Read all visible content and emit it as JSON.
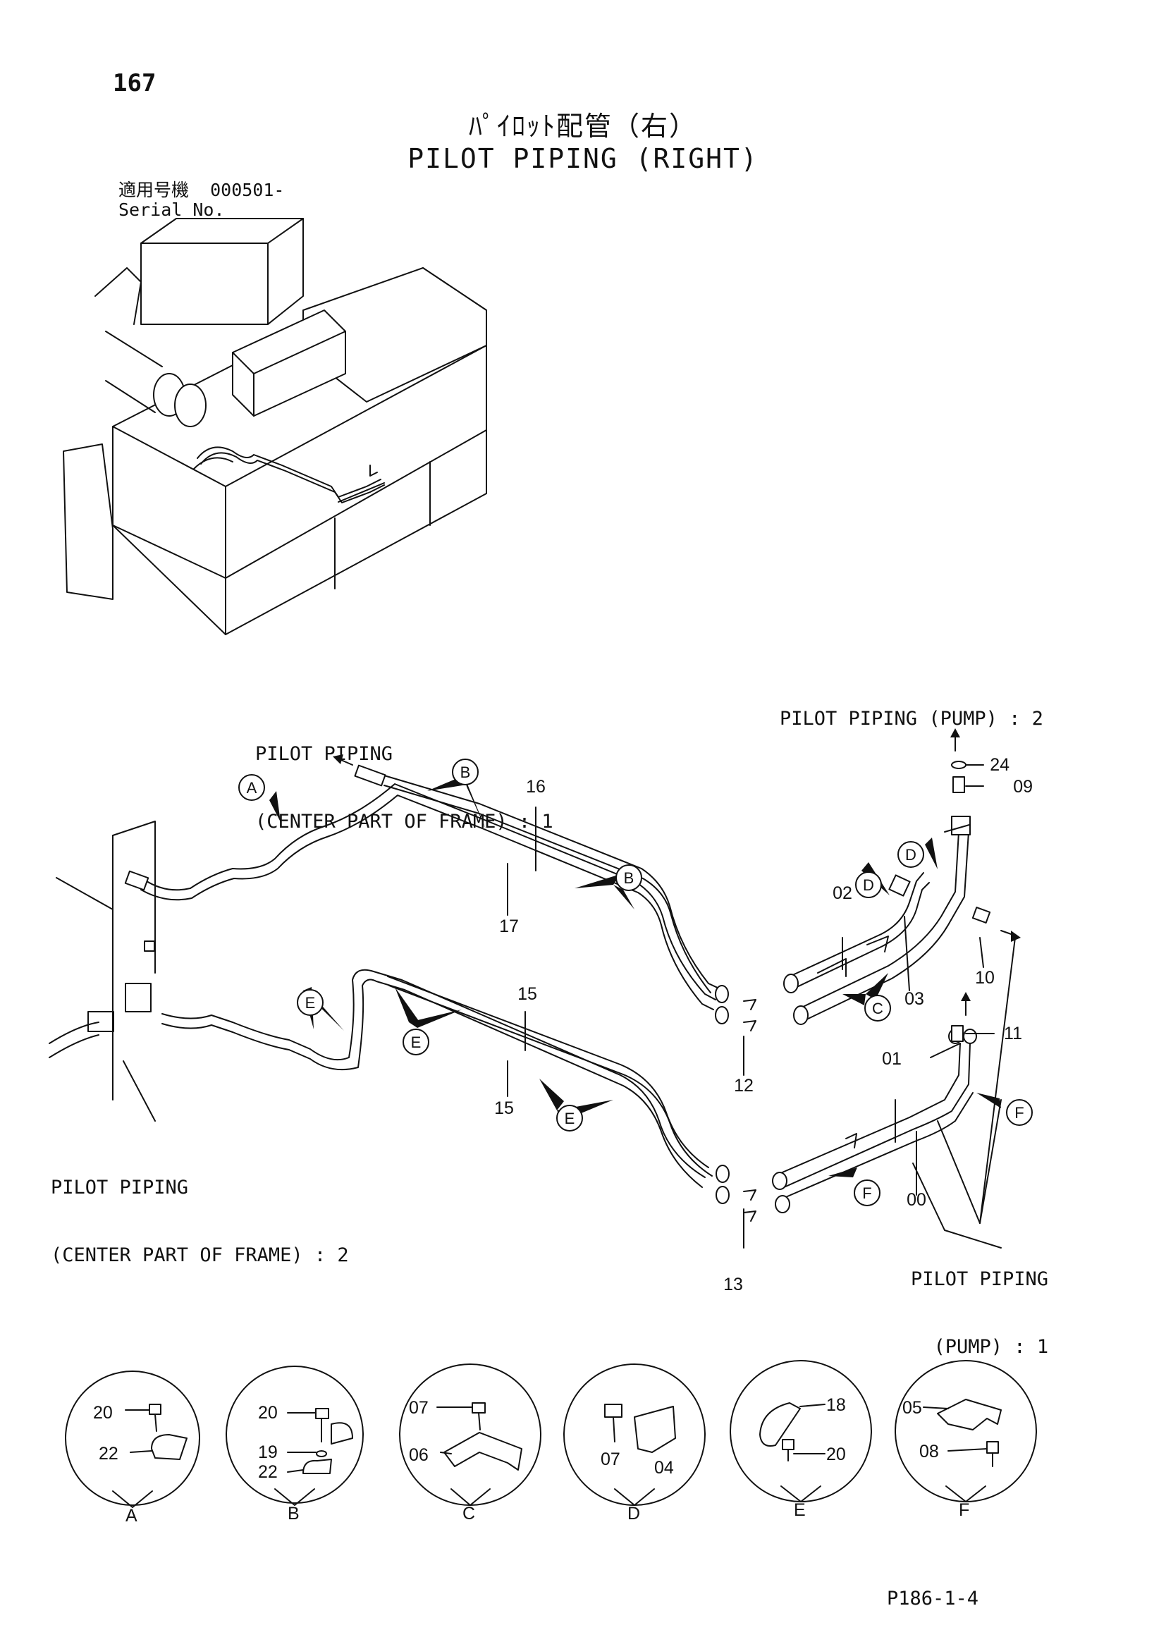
{
  "page_number": "167",
  "title_jp": "ﾊﾟｲﾛｯﾄ配管（右）",
  "title_en": "PILOT PIPING (RIGHT)",
  "serial": {
    "label_jp": "適用号機",
    "value": "000501-",
    "label_en": "Serial No."
  },
  "references": {
    "center_frame_1": [
      "PILOT PIPING",
      "(CENTER PART OF FRAME) : 1"
    ],
    "center_frame_2": [
      "PILOT PIPING",
      "(CENTER PART OF FRAME) : 2"
    ],
    "pump_2": "PILOT PIPING (PUMP) : 2",
    "pump_1": [
      "PILOT PIPING",
      "(PUMP) : 1"
    ]
  },
  "part_numbers": [
    "16",
    "17",
    "15",
    "15",
    "12",
    "13",
    "02",
    "03",
    "01",
    "00",
    "10",
    "11",
    "24",
    "09"
  ],
  "callouts": [
    "A",
    "B",
    "B",
    "C",
    "D",
    "D",
    "E",
    "E",
    "E",
    "F",
    "F"
  ],
  "details": [
    {
      "letter": "A",
      "parts": [
        "20",
        "22"
      ]
    },
    {
      "letter": "B",
      "parts": [
        "20",
        "19",
        "22"
      ]
    },
    {
      "letter": "C",
      "parts": [
        "07",
        "06"
      ]
    },
    {
      "letter": "D",
      "parts": [
        "07",
        "04"
      ]
    },
    {
      "letter": "E",
      "parts": [
        "18",
        "20"
      ]
    },
    {
      "letter": "F",
      "parts": [
        "05",
        "08"
      ]
    }
  ],
  "footer": "P186-1-4"
}
